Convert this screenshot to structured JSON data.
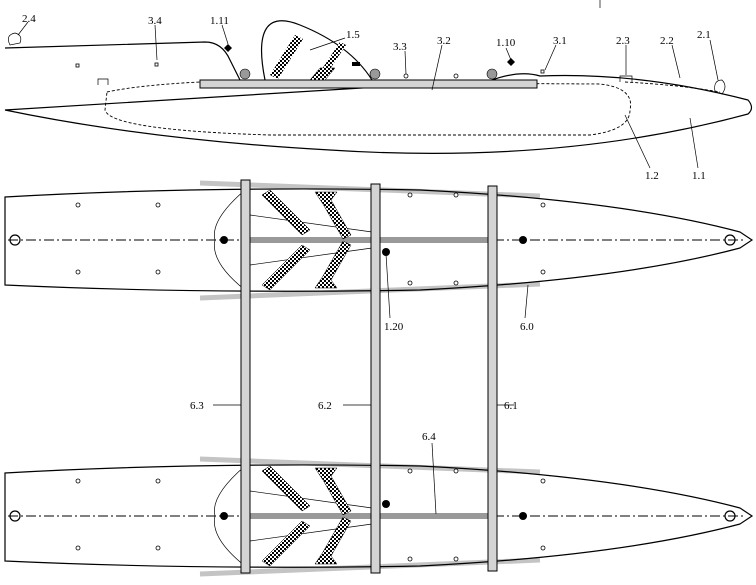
{
  "figure": {
    "side_view_labels": {
      "l24": "2.4",
      "l34": "3.4",
      "l111": "1.11",
      "l15": "1.5",
      "l33": "3.3",
      "l32": "3.2",
      "l110": "1.10",
      "l31": "3.1",
      "l23": "2.3",
      "l22": "2.2",
      "l21": "2.1",
      "l12": "1.2",
      "l11": "1.1"
    },
    "top_view_labels": {
      "l120": "1.20",
      "l60": "6.0",
      "l63": "6.3",
      "l62": "6.2",
      "l61": "6.1",
      "l64": "6.4"
    }
  }
}
